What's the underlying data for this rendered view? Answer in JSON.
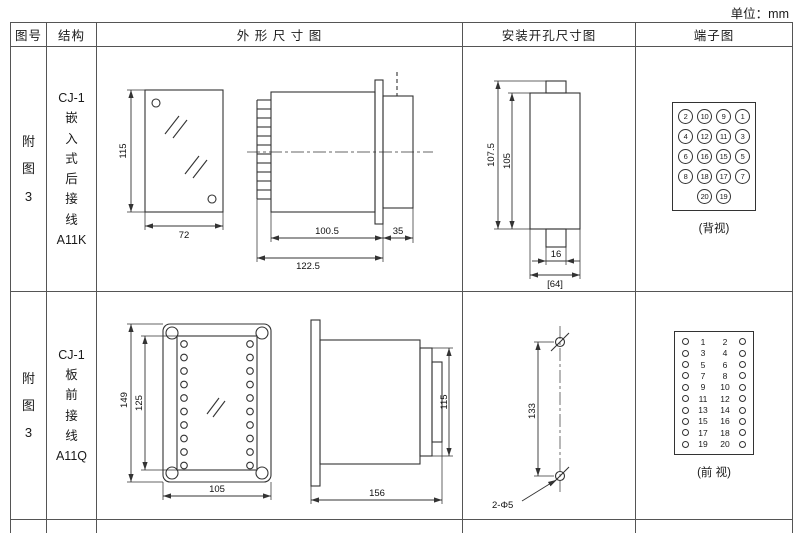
{
  "page": {
    "unit_label": "单位：mm"
  },
  "headers": {
    "fig_no": "图号",
    "structure": "结构",
    "outline": "外 形 尺 寸 图",
    "mounting": "安装开孔尺寸图",
    "terminal": "端子图"
  },
  "rows": [
    {
      "fig_no": "附\n图\n3",
      "structure": "CJ-1\n嵌\n入\n式\n后\n接\n线\nA11K",
      "outline": {
        "front_height": "115",
        "front_width": "72",
        "case_depth": "100.5",
        "total_depth": "122.5",
        "bezel_depth": "35"
      },
      "mounting": {
        "outer_height": "107.5",
        "inner_height": "105",
        "slot_width": "16",
        "total_width": "[64]"
      },
      "terminal": {
        "grid": [
          [
            "2",
            "10",
            "9",
            "1"
          ],
          [
            "4",
            "12",
            "11",
            "3"
          ],
          [
            "6",
            "16",
            "15",
            "5"
          ],
          [
            "8",
            "18",
            "17",
            "7"
          ],
          [
            "20",
            "19"
          ]
        ],
        "caption": "(背视)"
      }
    },
    {
      "fig_no": "附\n图\n3",
      "structure": "CJ-1\n板\n前\n接\n线\nA11Q",
      "outline": {
        "plate_height": "149",
        "body_height": "125",
        "width": "105",
        "depth": "156",
        "side_height": "115"
      },
      "mounting": {
        "hole_spacing": "133",
        "hole_note": "2-Φ5"
      },
      "terminal": {
        "pairs": [
          [
            "1",
            "2"
          ],
          [
            "3",
            "4"
          ],
          [
            "5",
            "6"
          ],
          [
            "7",
            "8"
          ],
          [
            "9",
            "10"
          ],
          [
            "11",
            "12"
          ],
          [
            "13",
            "14"
          ],
          [
            "15",
            "16"
          ],
          [
            "17",
            "18"
          ],
          [
            "19",
            "20"
          ]
        ],
        "caption": "(前 视)"
      }
    }
  ]
}
